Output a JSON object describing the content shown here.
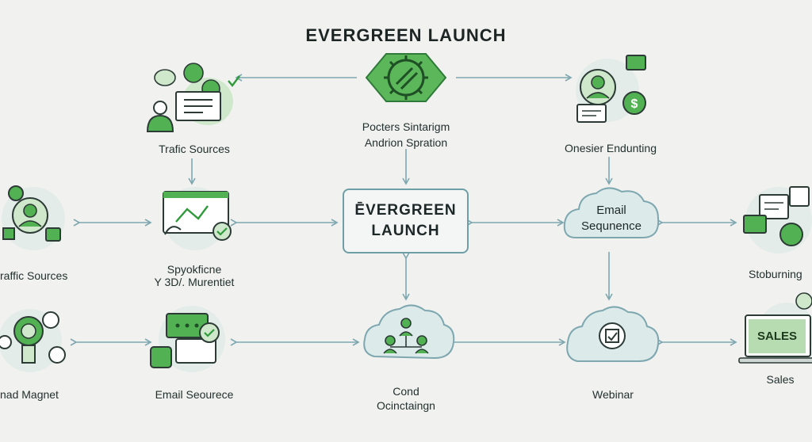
{
  "title": "EVERGREEN LAUNCH",
  "center_box": {
    "line1": "ĒVERGREEN",
    "line2": "LAUNCH"
  },
  "top_center": {
    "line1": "Pocters Sintarigm",
    "line2": "Andrion Spration"
  },
  "nodes": {
    "traffic_top": "Trafic Sources",
    "onesier": "Onesier Endunting",
    "email_sequence_line1": "Email",
    "email_sequence_line2": "Sequnence",
    "traffic_left": "raffic Sources",
    "spyokficne_line1": "Spyokficne",
    "spyokficne_line2": "Y 3D/. Murentiet",
    "stoburning": "Stoburning",
    "nad_magnet": "nad Magnet",
    "email_seourece": "Email Seourece",
    "cond_line1": "Cond",
    "cond_line2": "Ocinctaingn",
    "webinar": "Webinar",
    "sales": "Sales",
    "sales_screen": "SALES"
  },
  "colors": {
    "accent_green": "#52b152",
    "dark_green": "#2f7a3a",
    "light_green": "#cfe8cb",
    "line_blue": "#7ea7b0",
    "cloud_fill": "#dcebea"
  }
}
